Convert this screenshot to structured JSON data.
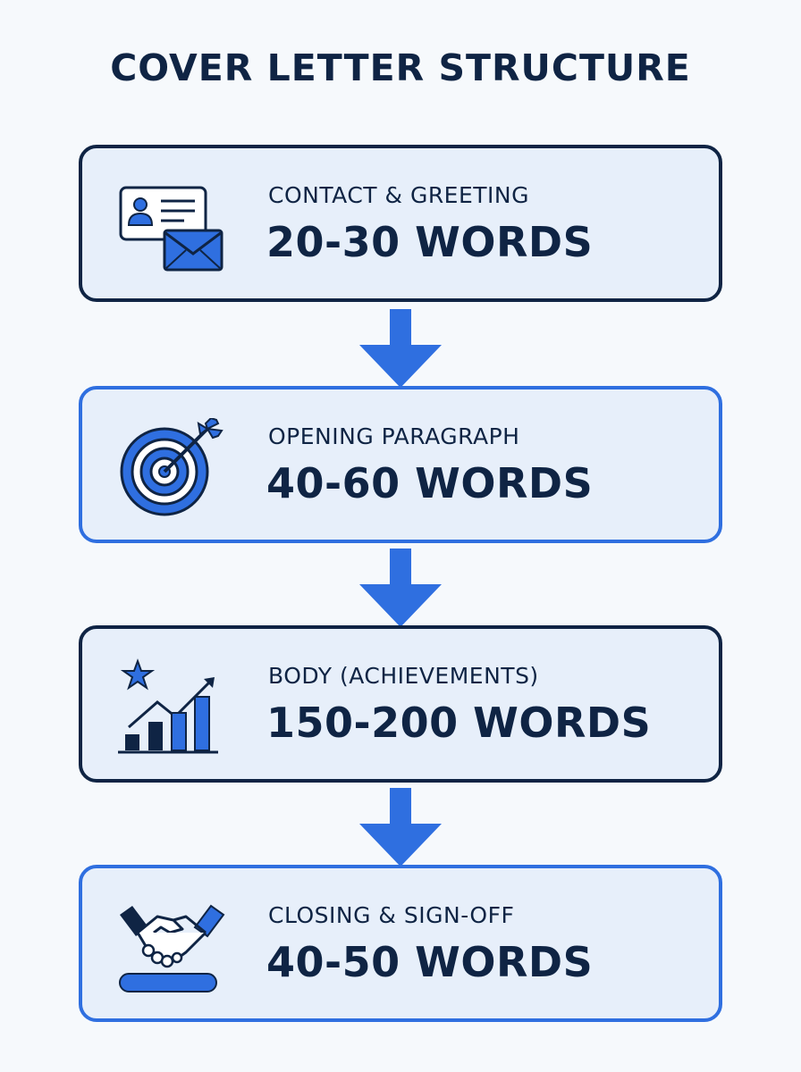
{
  "title": "COVER LETTER STRUCTURE",
  "colors": {
    "navy": "#0f2444",
    "accent_blue": "#2f6fe0",
    "card_fill": "#e7effa",
    "background": "#f6f9fc"
  },
  "sections": [
    {
      "label": "CONTACT & GREETING",
      "words": "20-30 WORDS",
      "icon": "contact-card-envelope-icon"
    },
    {
      "label": "OPENING PARAGRAPH",
      "words": "40-60 WORDS",
      "icon": "target-arrow-icon"
    },
    {
      "label": "BODY (ACHIEVEMENTS)",
      "words": "150-200 WORDS",
      "icon": "growth-chart-star-icon"
    },
    {
      "label": "CLOSING & SIGN-OFF",
      "words": "40-50 WORDS",
      "icon": "handshake-icon"
    }
  ]
}
